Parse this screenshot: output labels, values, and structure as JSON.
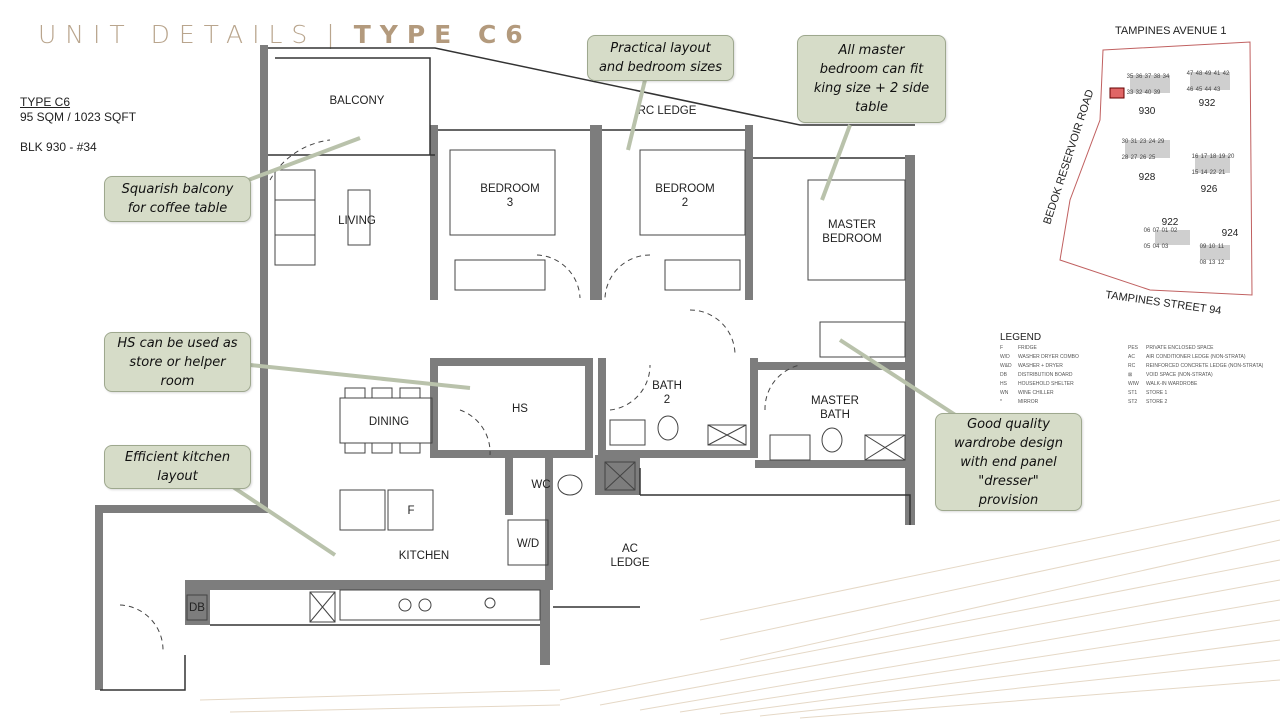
{
  "header": {
    "title_light": "UNIT DETAILS",
    "separator": "|",
    "title_bold": "TYPE C6"
  },
  "unit_info": {
    "type": "TYPE C6",
    "size": "95 SQM / 1023 SQFT",
    "block": "BLK 930 - #34"
  },
  "rooms": {
    "balcony": "BALCONY",
    "living": "LIVING",
    "rc_ledge": "RC LEDGE",
    "bedroom3_a": "BEDROOM",
    "bedroom3_b": "3",
    "bedroom2_a": "BEDROOM",
    "bedroom2_b": "2",
    "master_a": "MASTER",
    "master_b": "BEDROOM",
    "hs": "HS",
    "bath2_a": "BATH",
    "bath2_b": "2",
    "master_bath_a": "MASTER",
    "master_bath_b": "BATH",
    "dining": "DINING",
    "wc": "WC",
    "wd": "W/D",
    "fridge": "F",
    "kitchen": "KITCHEN",
    "ac_a": "AC",
    "ac_b": "LEDGE",
    "db": "DB"
  },
  "callouts": [
    {
      "lines": [
        "Practical layout",
        "and bedroom sizes"
      ]
    },
    {
      "lines": [
        "All master",
        "bedroom can fit",
        "king size + 2 side",
        "table"
      ]
    },
    {
      "lines": [
        "Squarish balcony",
        "for coffee table"
      ]
    },
    {
      "lines": [
        "HS can be used as",
        "store or helper",
        "room"
      ]
    },
    {
      "lines": [
        "Efficient kitchen",
        "layout"
      ]
    },
    {
      "lines": [
        "Good quality",
        "wardrobe design",
        "with end panel",
        "\"dresser\"",
        "provision"
      ]
    }
  ],
  "legend": {
    "title": "LEGEND",
    "items": [
      [
        "F",
        "FRIDGE",
        "PES",
        "PRIVATE ENCLOSED SPACE"
      ],
      [
        "W/D",
        "WASHER DRYER COMBO",
        "AC",
        "AIR CONDITIONER LEDGE (NON-STRATA)"
      ],
      [
        "W&D",
        "WASHER + DRYER",
        "RC",
        "REINFORCED CONCRETE LEDGE (NON-STRATA)"
      ],
      [
        "DB",
        "DISTRIBUTION BOARD",
        "⊠",
        "VOID SPACE (NON-STRATA)"
      ],
      [
        "HS",
        "HOUSEHOLD SHELTER",
        "WIW",
        "WALK-IN WARDROBE"
      ],
      [
        "WN",
        "WINE CHILLER",
        "ST1",
        "STORE 1"
      ],
      [
        "*",
        "MIRROR",
        "ST2",
        "STORE 2"
      ]
    ]
  },
  "site_plan": {
    "road_top": "TAMPINES AVENUE 1",
    "road_left": "BEDOK RESERVOIR ROAD",
    "road_bottom": "TAMPINES STREET 94",
    "blocks": [
      {
        "name": "930",
        "units": [
          "35",
          "36",
          "37",
          "38",
          "34",
          "33",
          "32",
          "40",
          "39"
        ]
      },
      {
        "name": "932",
        "units": [
          "47",
          "48",
          "49",
          "41",
          "42",
          "46",
          "45",
          "44",
          "43"
        ]
      },
      {
        "name": "928",
        "units": [
          "30",
          "31",
          "23",
          "24",
          "29",
          "28",
          "27",
          "26",
          "25"
        ]
      },
      {
        "name": "926",
        "units": [
          "16",
          "17",
          "18",
          "19",
          "20",
          "15",
          "14",
          "22",
          "21"
        ]
      },
      {
        "name": "922",
        "units": [
          "06",
          "07",
          "01",
          "02",
          "05",
          "04",
          "03"
        ]
      },
      {
        "name": "924",
        "units": [
          "09",
          "10",
          "11",
          "08",
          "13",
          "12"
        ]
      }
    ],
    "highlight_color": "#e06666"
  }
}
